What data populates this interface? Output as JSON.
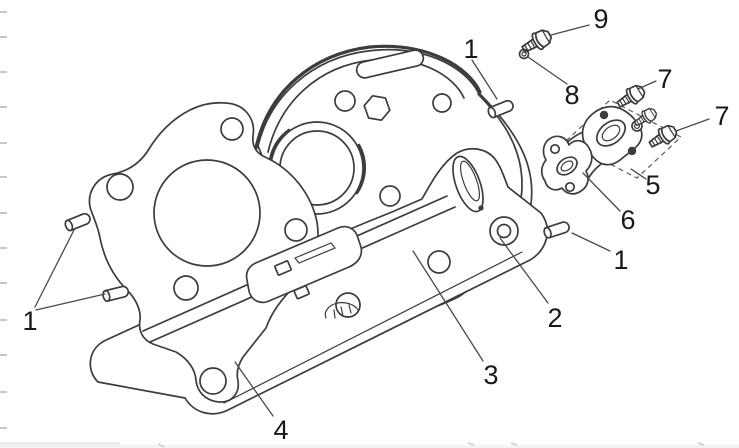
{
  "image": {
    "kind": "exploded-parts-line-drawing",
    "background_color": "#ffffff",
    "line_color": "#3c3c3c",
    "label_color": "#191919",
    "tick_color": "#a8a8a8"
  },
  "callouts": [
    {
      "number": "9"
    },
    {
      "number": "1"
    },
    {
      "number": "8"
    },
    {
      "number": "7"
    },
    {
      "number": "7"
    },
    {
      "number": "5"
    },
    {
      "number": "6"
    },
    {
      "number": "1"
    },
    {
      "number": "2"
    },
    {
      "number": "3"
    },
    {
      "number": "4"
    },
    {
      "number": "1"
    }
  ]
}
